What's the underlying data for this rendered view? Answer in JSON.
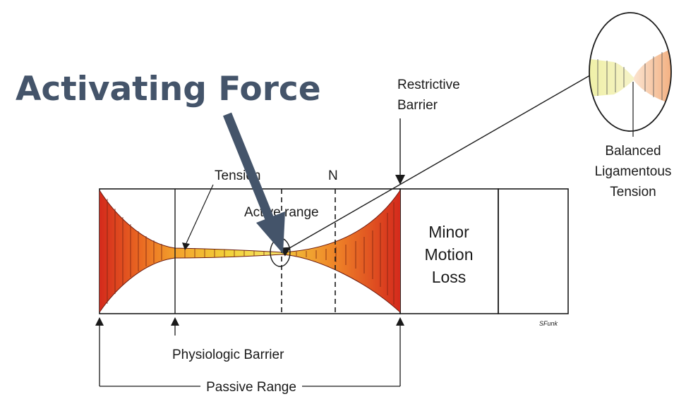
{
  "title": "Activating Force",
  "labels": {
    "restrictive_line1": "Restrictive",
    "restrictive_line2": "Barrier",
    "tension": "Tension",
    "n": "N",
    "active_range": "Active range",
    "minor_line1": "Minor",
    "minor_line2": "Motion",
    "minor_line3": "Loss",
    "balanced_line1": "Balanced",
    "balanced_line2": "Ligamentous",
    "balanced_line3": "Tension",
    "physiologic": "Physiologic Barrier",
    "passive": "Passive Range",
    "signature": "SFunk"
  },
  "colors": {
    "arrow": "#44546a",
    "title": "#44546a",
    "red": "#d42a1c",
    "orange": "#f08a2a",
    "yellow": "#f2d23a",
    "pale_yellow": "#f3f0a8"
  },
  "icons": {
    "activating_arrow": "arrow-down-right-icon",
    "zoom_circle": "magnifier-circle-icon"
  }
}
